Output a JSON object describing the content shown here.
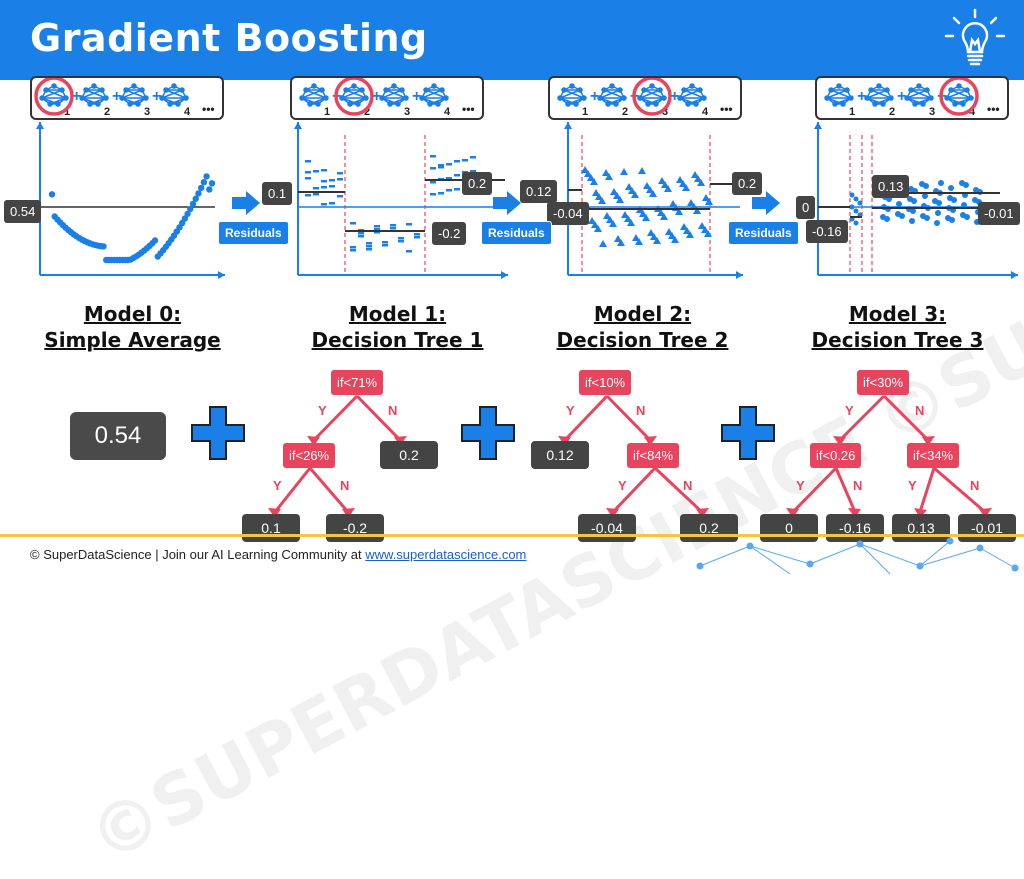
{
  "header": {
    "title": "Gradient Boosting"
  },
  "watermark": "©SUPERDATASCIENCE ©SUPERDATASCIENCE ©SUPERDATASCIENCE",
  "sequences": [
    {
      "numbers": [
        "1",
        "2",
        "3",
        "4"
      ],
      "dots": "•••",
      "highlight": 1
    },
    {
      "numbers": [
        "1",
        "2",
        "3",
        "4"
      ],
      "dots": "•••",
      "highlight": 2
    },
    {
      "numbers": [
        "1",
        "2",
        "3",
        "4"
      ],
      "dots": "•••",
      "highlight": 3
    },
    {
      "numbers": [
        "1",
        "2",
        "3",
        "4"
      ],
      "dots": "•••",
      "highlight": 4
    }
  ],
  "plots": {
    "p0": {
      "value": "0.54"
    },
    "p1": {
      "v1": "0.1",
      "v2": "0.2",
      "v3": "-0.2"
    },
    "p2": {
      "v1": "0.12",
      "v2": "-0.04",
      "v3": "0.2"
    },
    "p3": {
      "v1": "0",
      "v2": "0.13",
      "v3": "-0.16",
      "v4": "-0.01"
    }
  },
  "residuals_label": "Residuals",
  "models": [
    {
      "line1": "Model 0:",
      "line2": "Simple Average"
    },
    {
      "line1": "Model 1:",
      "line2": "Decision Tree 1"
    },
    {
      "line1": "Model 2:",
      "line2": "Decision Tree 2"
    },
    {
      "line1": "Model 3:",
      "line2": "Decision Tree 3"
    }
  ],
  "average_value": "0.54",
  "tree1": {
    "root": "if<71%",
    "left": "if<26%",
    "right_leaf": "0.2",
    "ll": "0.1",
    "lr": "-0.2"
  },
  "tree2": {
    "root": "if<10%",
    "left_leaf": "0.12",
    "right": "if<84%",
    "rl": "-0.04",
    "rr": "0.2"
  },
  "tree3": {
    "root": "if<30%",
    "left": "if<0.26",
    "right": "if<34%",
    "ll": "0",
    "lr": "-0.16",
    "rl": "0.13",
    "rr": "-0.01"
  },
  "yes": "Y",
  "no": "N",
  "footer": {
    "text": "© SuperDataScience |  Join our AI Learning Community at ",
    "link": "www.superdatascience.com"
  },
  "colors": {
    "accent": "#1a7fe6",
    "node": "#e8445e",
    "leaf": "#444444",
    "highlight": "#e8445e"
  }
}
